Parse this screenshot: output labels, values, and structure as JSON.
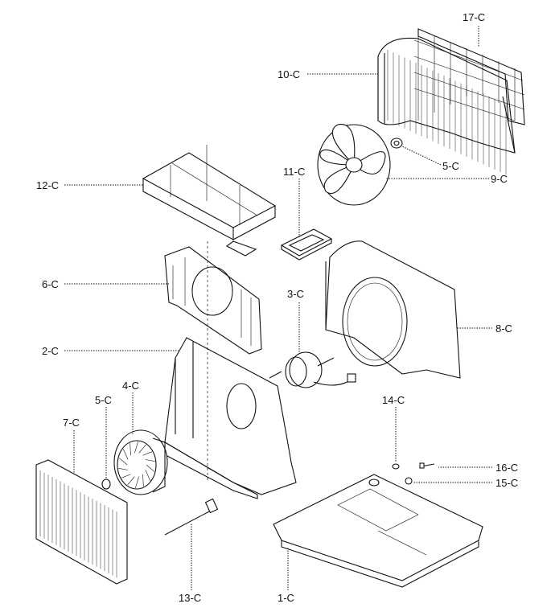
{
  "parts": [
    {
      "id": "p1",
      "label": "1-C"
    },
    {
      "id": "p2",
      "label": "2-C"
    },
    {
      "id": "p3",
      "label": "3-C"
    },
    {
      "id": "p4",
      "label": "4-C"
    },
    {
      "id": "p5a",
      "label": "5-C"
    },
    {
      "id": "p5b",
      "label": "5-C"
    },
    {
      "id": "p6",
      "label": "6-C"
    },
    {
      "id": "p7",
      "label": "7-C"
    },
    {
      "id": "p8",
      "label": "8-C"
    },
    {
      "id": "p9",
      "label": "9-C"
    },
    {
      "id": "p10",
      "label": "10-C"
    },
    {
      "id": "p11",
      "label": "11-C"
    },
    {
      "id": "p12",
      "label": "12-C"
    },
    {
      "id": "p13",
      "label": "13-C"
    },
    {
      "id": "p14",
      "label": "14-C"
    },
    {
      "id": "p15",
      "label": "15-C"
    },
    {
      "id": "p16",
      "label": "16-C"
    },
    {
      "id": "p17",
      "label": "17-C"
    }
  ]
}
